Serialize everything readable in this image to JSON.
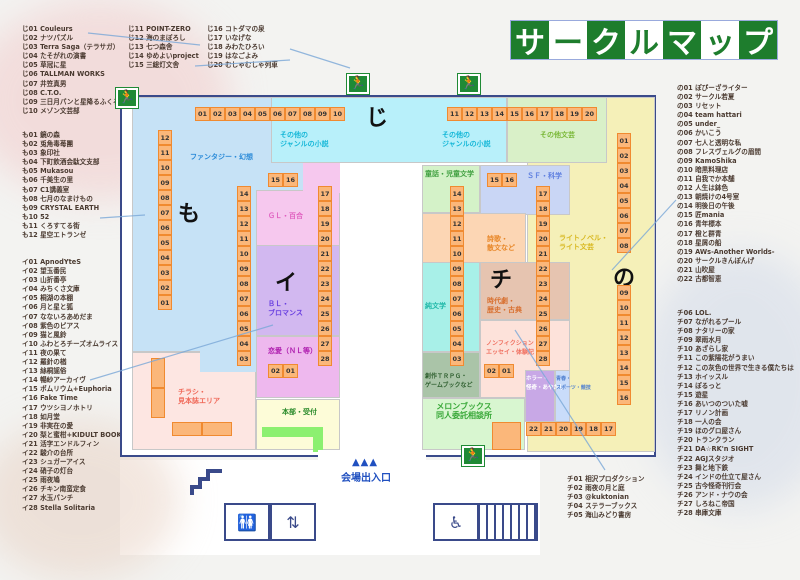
{
  "title": [
    "サ",
    "ー",
    "ク",
    "ル",
    "マ",
    "ッ",
    "プ"
  ],
  "lists": {
    "ji_a": [
      "じ01 Couleurs",
      "じ02 ナツパズル",
      "じ03 Terra Saga（テラサガ）",
      "じ04 たそがれの演書",
      "じ05 草冠に星",
      "じ06 TALLMAN WORKS",
      "じ07 井笠真男",
      "じ08 C.T.O.",
      "じ09 三日月パンと星降るふくろう",
      "じ10 メゾン文芸部"
    ],
    "ji_b": [
      "じ11 POINT-ZERO",
      "じ12 海のまぼろし",
      "じ13 七つ森舎",
      "じ14 ゆめよいproject",
      "じ15 三総灯文舎"
    ],
    "ji_c": [
      "じ16 コトダマの泉",
      "じ17 いなげな",
      "じ18 みわたひろい",
      "じ19 はなごよみ",
      "じ20 むしゃむしゃ列車"
    ],
    "mo": [
      "も01 鏡の森",
      "も02 兎角毒苺團",
      "も03 象印社",
      "も04 下町飲酒会駄文支部",
      "も05 Mukasou",
      "も06 千美生の里",
      "も07 C1講義室",
      "も08 七月のなまけもの",
      "も09 CRYSTAL EARTH",
      "も10 52",
      "も11 くろすてる街",
      "も12 星空エトランゼ"
    ],
    "i": [
      "イ01 ApnodYteS",
      "イ02 望玉番民",
      "イ03 山折番亭",
      "イ04 みちくさ文庫",
      "イ05 桐湖の本棚",
      "イ06 月と星と狐",
      "イ07 なないろあめだま",
      "イ08 紫色のピアス",
      "イ09 猫と風鈴",
      "イ10 ふわとろチーズオムライス",
      "イ11 夜の果て",
      "イ12 羅針の楢",
      "イ13 絲桐謡俗",
      "イ14 暢紗アーカイヴ",
      "イ15 ポムリウム+Euphoria",
      "イ16 Fake Time",
      "イ17 ウツシヨノホトリ",
      "イ18 如月堂",
      "イ19 非実在の愛",
      "イ20 梨と蜜柑+KIDULT BOOKS",
      "イ21 活字エンドルフィン",
      "イ22 駿介の台所",
      "イ23 シュガーアイス",
      "イ24 硝子の灯台",
      "イ25 雨夜鳩",
      "イ26 チキン南蛮定食",
      "イ27 水玉パンチ",
      "イ28 Stella Solitaria"
    ],
    "no": [
      "の01 ぽぴーざライター",
      "の02 サークル若夏",
      "の03 リセット",
      "の04 team hattari",
      "の05 under_",
      "の06 かいこう",
      "の07 七人と透明な私",
      "の08 フレスヴェルグの眉間",
      "の09 KamoShika",
      "の10 暗黒料理店",
      "の11 自我でか本舗",
      "の12 人生は鉢色",
      "の13 朝焼けの4号室",
      "の14 明後日の午後",
      "の15 匠mania",
      "の16 青年標本",
      "の17 橙と群青",
      "の18 星屑の船",
      "の19 AWs-Another Worlds-",
      "の20 サークルきんぽんげ",
      "の21 山吹屋",
      "の22 古都智恵"
    ],
    "chi_a": [
      "チ01 相沢プロダクション",
      "チ02 雨夜の月と庭",
      "チ03 @kuktonian",
      "チ04 ステラーブックス",
      "チ05 海山みどり書房"
    ],
    "chi_b": [
      "チ06 LOL.",
      "チ07 ながれるプール",
      "チ08 ナタリーの家",
      "チ09 翠雨水月",
      "チ10 あざらし家",
      "チ11 この紫陽花がうまい",
      "チ12 この灰色の世界で生きる僕たちは",
      "チ13 ホイッスル",
      "チ14 ぽるっと",
      "チ15 遊星",
      "チ16 あいつのついた嘘",
      "チ17 リノン計画",
      "チ18 一人の会",
      "チ19 ほのグロ屋さん",
      "チ20 トランクラン",
      "チ21 DA☆RK'n SIGHT",
      "チ22 AGJスタジオ",
      "チ23 舞と地下鉄",
      "チ24 インドの仕立て屋さん",
      "チ25 古今怪奇刊行会",
      "チ26 アンド・ナウの会",
      "チ27 しろねこ帝国",
      "チ28 串庫文庫"
    ]
  },
  "zones": {
    "fantasy": "ファンタジー・幻想",
    "other_novel_l": "その他の\nジャンルの小説",
    "other_novel_r": "その他の\nジャンルの小説",
    "other_lit": "その他文芸",
    "gl": "ＧＬ・百合",
    "bl": "ＢＬ・\nブロマンス",
    "love": "恋愛（ＮＬ等）",
    "flyer": "チラシ・\n見本誌エリア",
    "hq": "本部・受付",
    "fairy": "童話・児童文学",
    "sf": "ＳＦ・科学",
    "poetry": "詩歌・\n散文など",
    "lightnovel": "ライトノベル・\nライト文芸",
    "pure": "純文学",
    "period": "時代劇・\n歴史・古典",
    "nonfiction": "ノンフィクション・\nエッセイ・体験記",
    "trpg": "創作ＴＲＰＧ・\nゲームブックなど",
    "horror": "ホラー・\n怪奇・あやかし",
    "youth": "青春・\nスポーツ・競技",
    "melon": "メロンブックス\n同人委託相談所"
  },
  "islands": {
    "ji": "じ",
    "mo": "も",
    "i": "イ",
    "chi": "チ",
    "no": "の"
  },
  "entrance": {
    "arrows": "▲▲▲",
    "label": "会場出入口"
  },
  "booths": {
    "ji_l": [
      "01",
      "02",
      "03",
      "04",
      "05",
      "06",
      "07",
      "08",
      "09",
      "10"
    ],
    "ji_r": [
      "11",
      "12",
      "13",
      "14",
      "15",
      "16",
      "17",
      "18",
      "19",
      "20"
    ],
    "mo": [
      "12",
      "11",
      "10",
      "09",
      "08",
      "07",
      "06",
      "05",
      "04",
      "03",
      "02",
      "01"
    ],
    "i_l": [
      "14",
      "13",
      "12",
      "11",
      "10",
      "09",
      "08",
      "07",
      "06",
      "05",
      "04",
      "03"
    ],
    "i_top": [
      "15",
      "16"
    ],
    "i_r": [
      "17",
      "18",
      "19",
      "20",
      "21",
      "22",
      "23",
      "24",
      "25",
      "26",
      "27",
      "28"
    ],
    "i_bot": [
      "02",
      "01"
    ],
    "chi_l": [
      "14",
      "13",
      "12",
      "11",
      "10",
      "09",
      "08",
      "07",
      "06",
      "05",
      "04",
      "03"
    ],
    "chi_top": [
      "15",
      "16"
    ],
    "chi_r": [
      "17",
      "18",
      "19",
      "20",
      "21",
      "22",
      "23",
      "24",
      "25",
      "26",
      "27",
      "28"
    ],
    "chi_bot": [
      "02",
      "01"
    ],
    "chi_h": [
      "22",
      "21",
      "20",
      "19",
      "18",
      "17"
    ],
    "no_a": [
      "01",
      "02",
      "03",
      "04",
      "05",
      "06",
      "07",
      "08"
    ],
    "no_b": [
      "09",
      "10",
      "11",
      "12",
      "13",
      "14",
      "15",
      "16"
    ]
  },
  "colors": {
    "title_green": "#1e7d2d",
    "booth": "#fbb77a",
    "wall": "#3a4a8a"
  }
}
